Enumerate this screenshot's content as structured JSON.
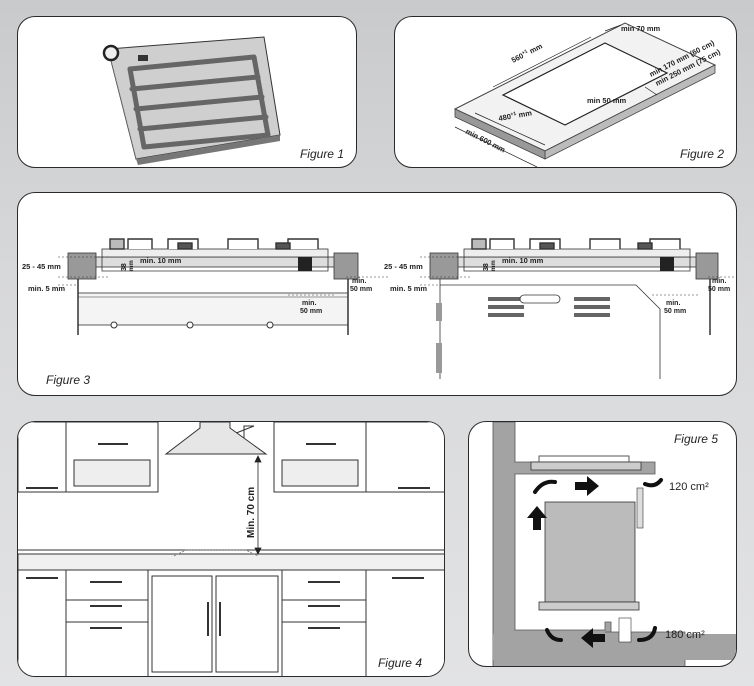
{
  "figures": {
    "fig1": {
      "caption": "Figure 1"
    },
    "fig2": {
      "caption": "Figure 2",
      "labels": {
        "min70": "min 70 mm",
        "w560": "560",
        "w560_tol": "+1",
        "w560_unit": "mm",
        "min170": "min 170 mm (60 cm)",
        "min250": "min 250 mm (75 cm)",
        "min50": "min 50 mm",
        "d480": "480",
        "d480_tol": "+1",
        "d480_unit": "mm",
        "min600": "min 600 mm"
      }
    },
    "fig3": {
      "caption": "Figure 3",
      "left": {
        "gap": "25 - 45 mm",
        "min5": "min. 5 mm",
        "h38": "38",
        "h38_unit": "mm",
        "min10": "min. 10 mm",
        "min50a_1": "min.",
        "min50a_2": "50 mm",
        "min50b_1": "min.",
        "min50b_2": "50 mm"
      },
      "right": {
        "gap": "25 - 45 mm",
        "min5": "min. 5 mm",
        "h38": "38",
        "h38_unit": "mm",
        "min10": "min. 10 mm",
        "min50a_1": "min.",
        "min50a_2": "50 mm",
        "min50b_1": "min.",
        "min50b_2": "50 mm"
      }
    },
    "fig4": {
      "caption": "Figure 4",
      "height": "Min. 70 cm"
    },
    "fig5": {
      "caption": "Figure 5",
      "vent_top": "120 cm²",
      "vent_bottom": "180 cm²"
    }
  }
}
